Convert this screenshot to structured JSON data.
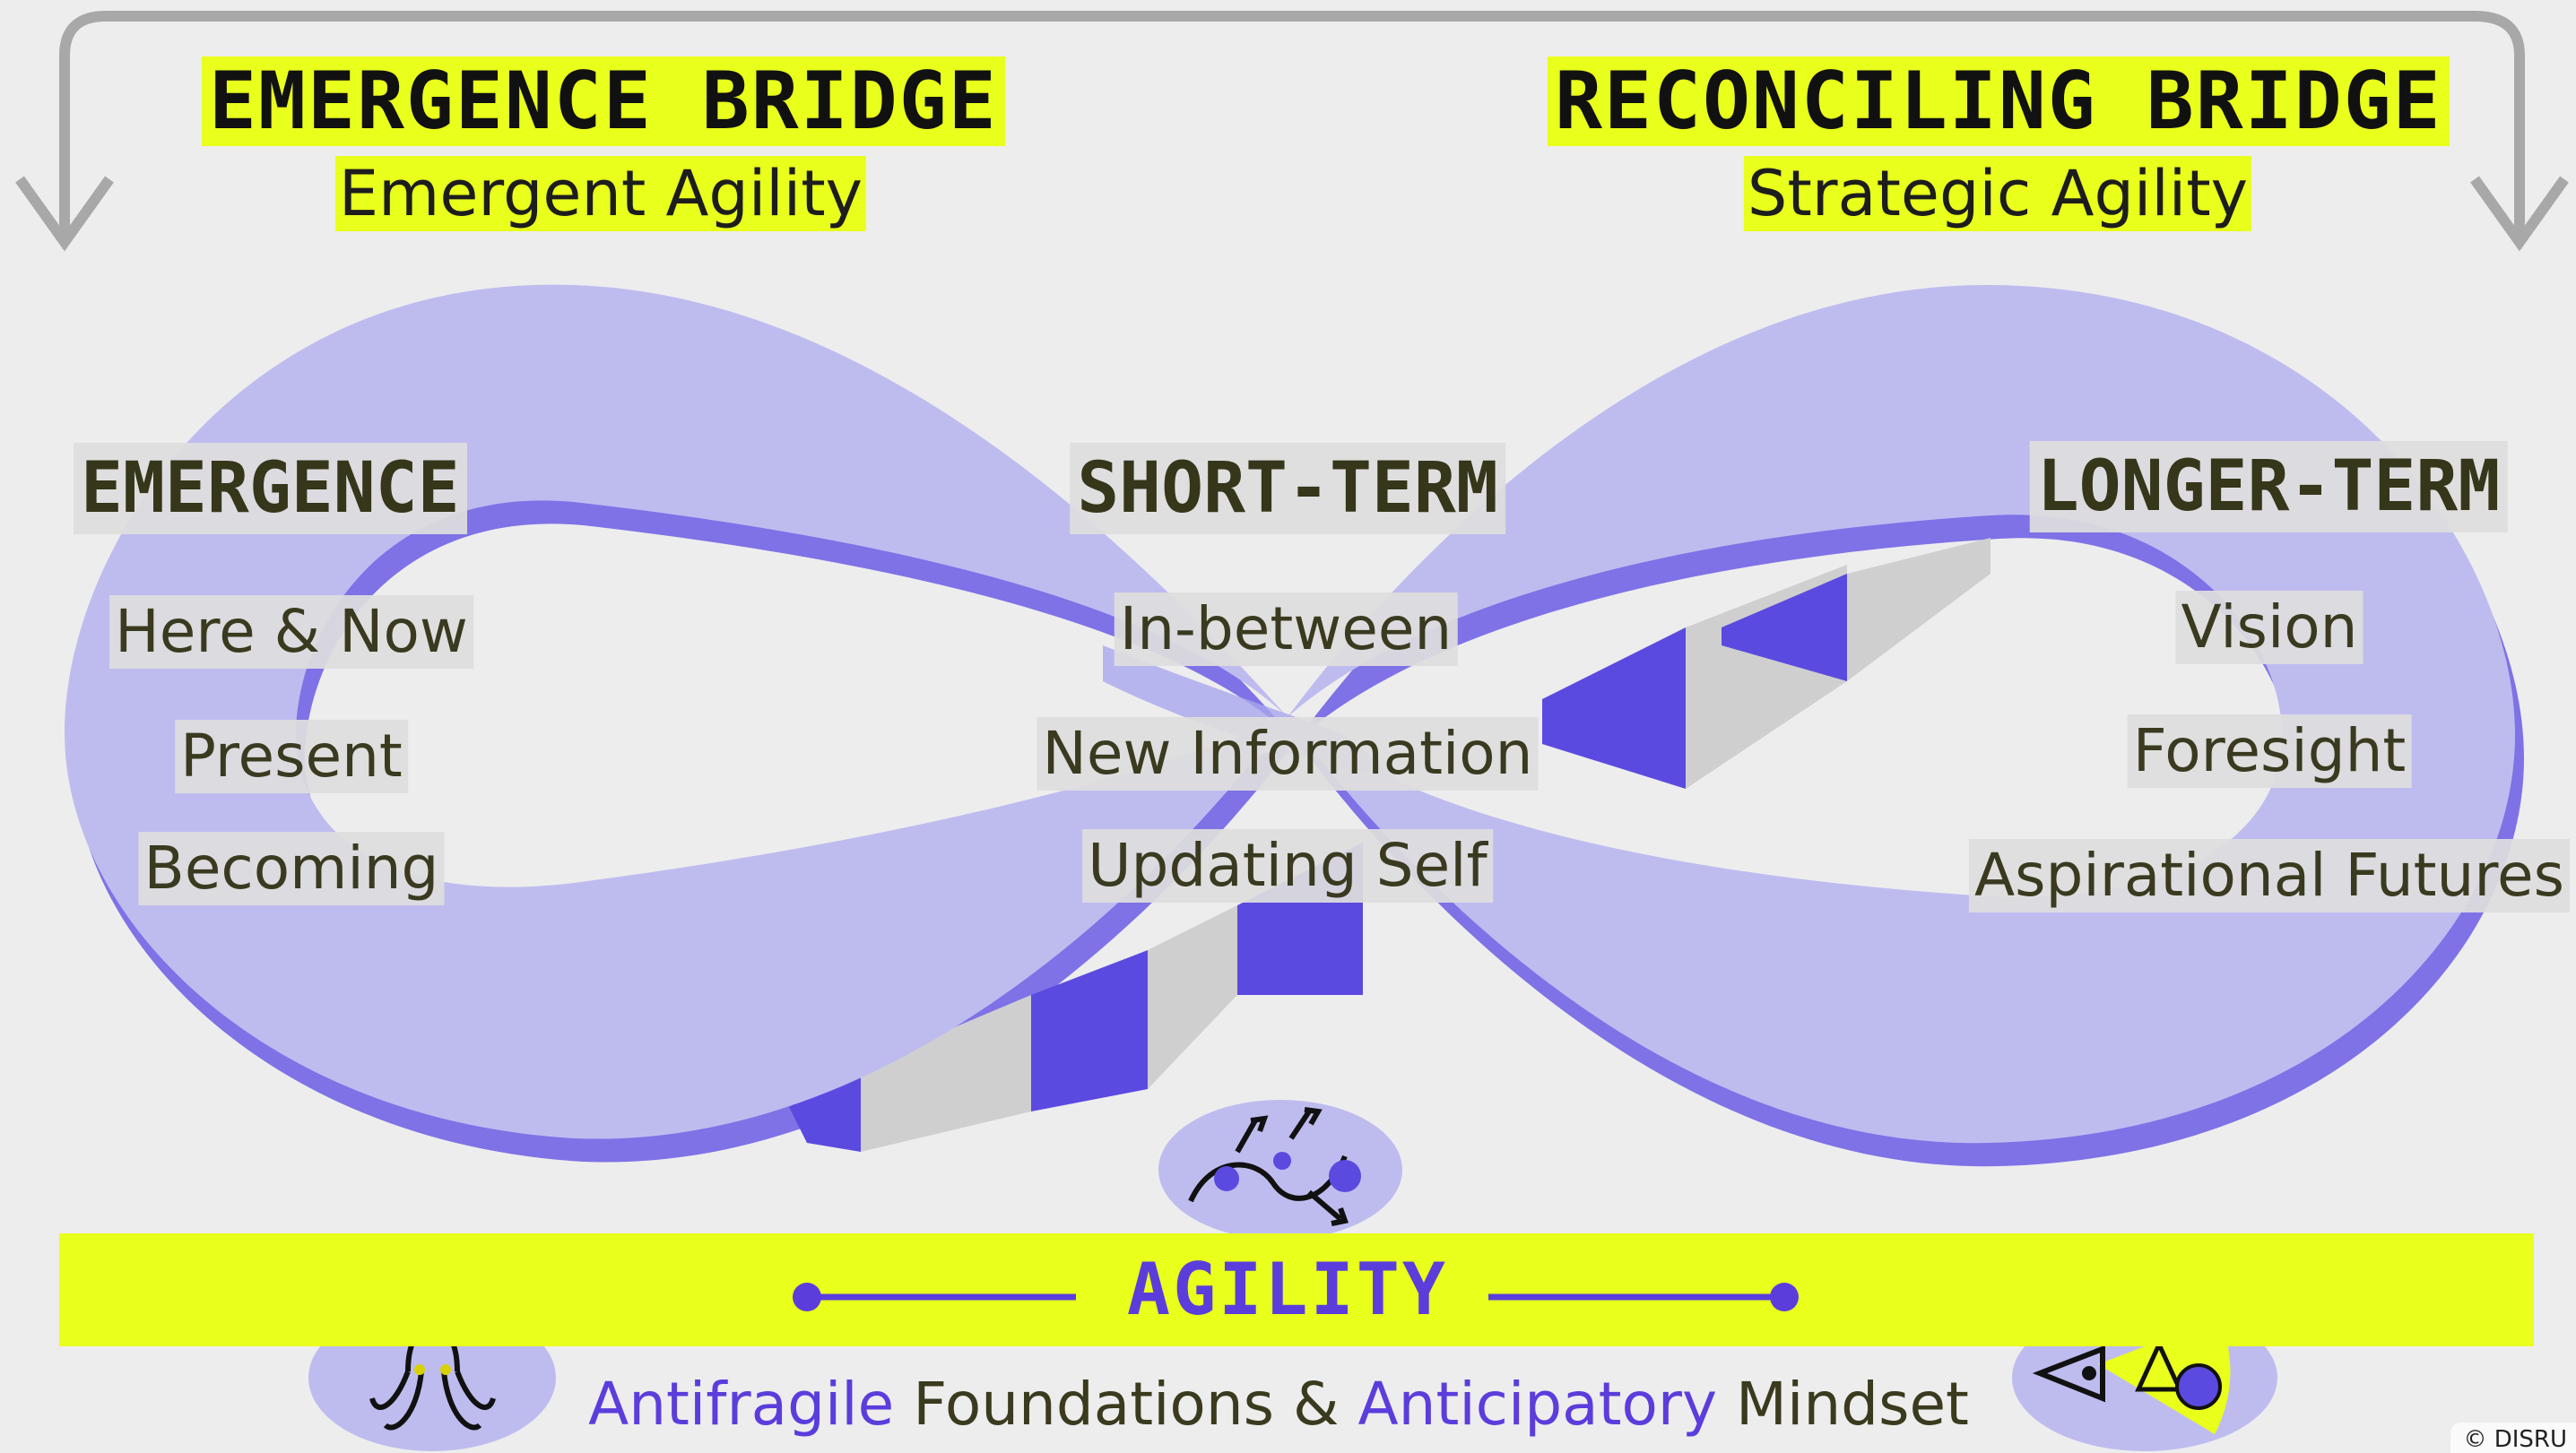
{
  "colors": {
    "background": "#ededed",
    "highlight": "#e9ff1c",
    "ribbon_light": "#bebcef",
    "ribbon_edge": "#7e72e6",
    "ribbon_dark": "#5b4ae0",
    "accent_text": "#5b3ddc",
    "arrow": "#a8a8a8"
  },
  "bridges": {
    "left": {
      "title": "EMERGENCE BRIDGE",
      "subtitle": "Emergent Agility"
    },
    "right": {
      "title": "RECONCILING BRIDGE",
      "subtitle": "Strategic Agility"
    }
  },
  "columns": {
    "emergence": {
      "title": "EMERGENCE",
      "items": [
        "Here & Now",
        "Present",
        "Becoming"
      ]
    },
    "short_term": {
      "title": "SHORT-TERM",
      "items": [
        "In-between",
        "New Information",
        "Updating Self"
      ]
    },
    "longer_term": {
      "title": "LONGER-TERM",
      "items": [
        "Vision",
        "Foresight",
        "Aspirational Futures"
      ]
    }
  },
  "agility": {
    "title": "AGILITY",
    "mindset": {
      "accent_1": "Antifragile",
      "text_1": " Foundations & ",
      "accent_2": "Anticipatory",
      "text_2": " Mindset"
    }
  },
  "icons": {
    "top_center": "branching-paths-icon",
    "bottom_left": "octopus-icon",
    "bottom_right": "eye-foresight-icon"
  },
  "copyright": "© DISRU"
}
